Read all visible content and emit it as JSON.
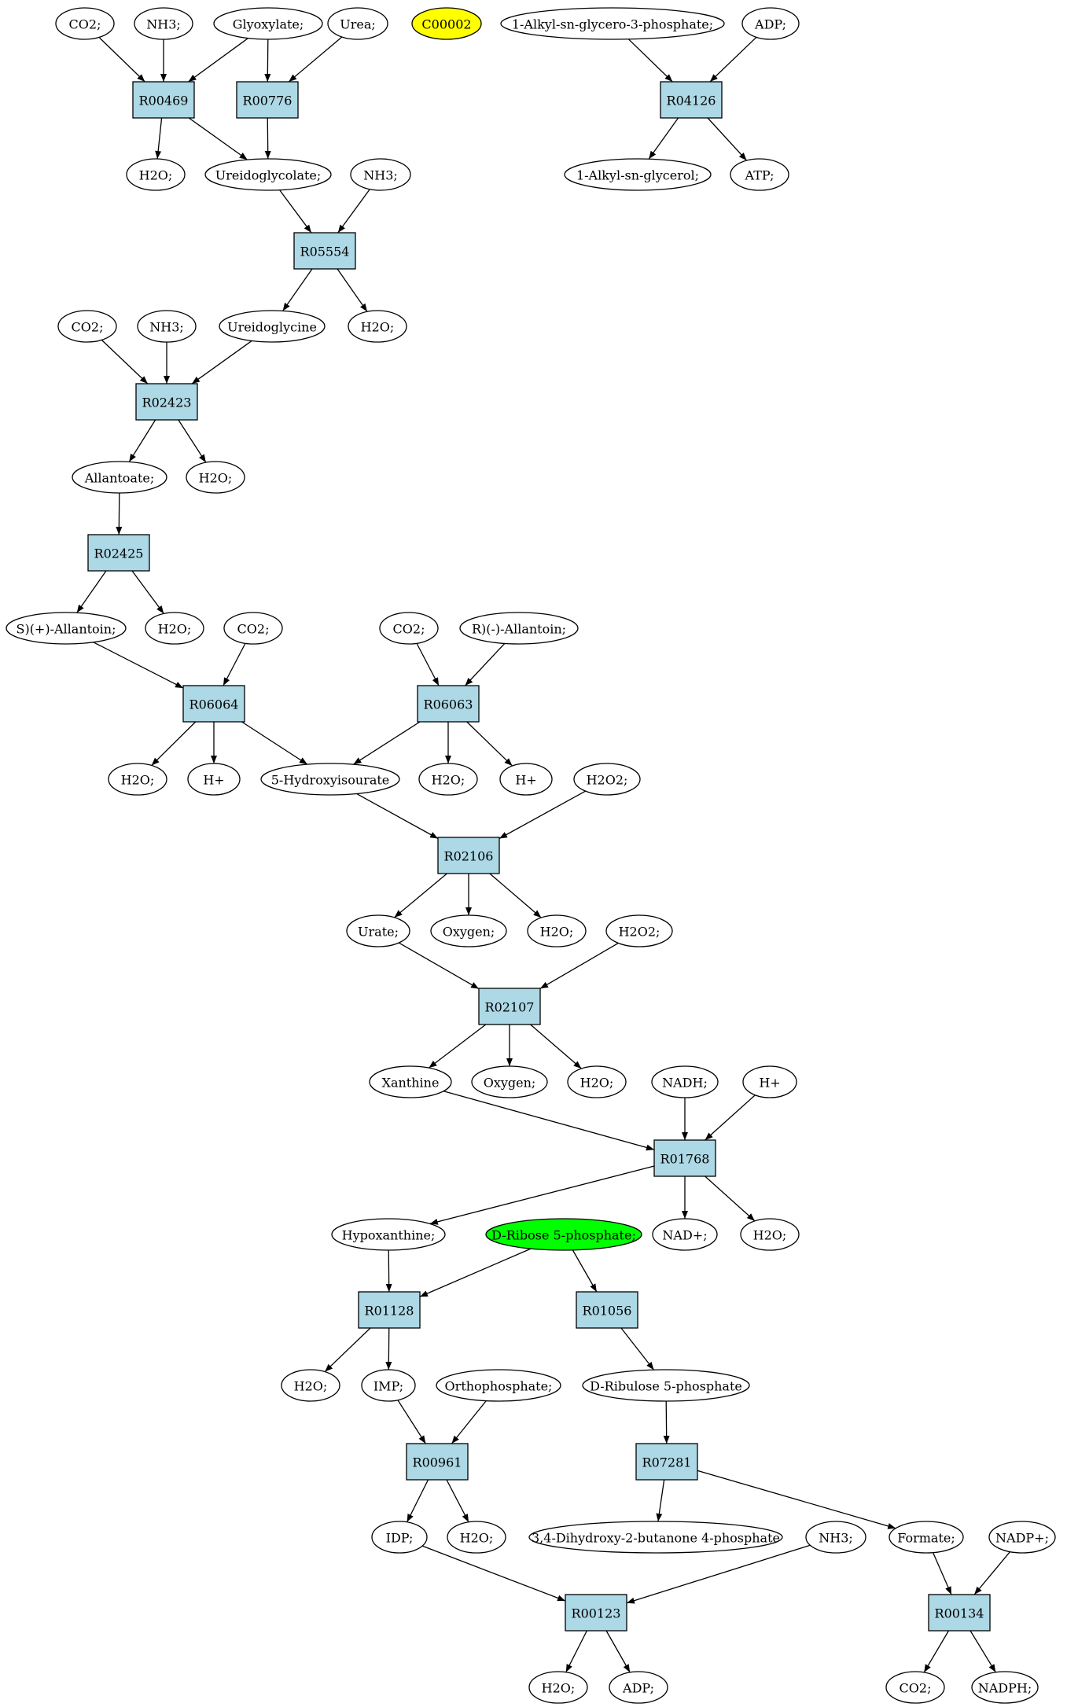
{
  "colors": {
    "reaction_fill": "#add8e6",
    "compound_fill": "#ffffff",
    "highlight_yellow": "#ffff00",
    "highlight_green": "#00ff00",
    "stroke": "#000000"
  },
  "nodes": [
    {
      "id": "c_co2_1",
      "label": "CO2;",
      "kind": "compound"
    },
    {
      "id": "c_nh3_1",
      "label": "NH3;",
      "kind": "compound"
    },
    {
      "id": "c_glyox",
      "label": "Glyoxylate;",
      "kind": "compound"
    },
    {
      "id": "c_urea",
      "label": "Urea;",
      "kind": "compound"
    },
    {
      "id": "c_c00002",
      "label": "C00002",
      "kind": "compound",
      "color": "highlight_yellow"
    },
    {
      "id": "c_alkyl3p",
      "label": "1-Alkyl-sn-glycero-3-phosphate;",
      "kind": "compound"
    },
    {
      "id": "c_adp_1",
      "label": "ADP;",
      "kind": "compound"
    },
    {
      "id": "r_R00469",
      "label": "R00469",
      "kind": "reaction"
    },
    {
      "id": "r_R00776",
      "label": "R00776",
      "kind": "reaction"
    },
    {
      "id": "r_R04126",
      "label": "R04126",
      "kind": "reaction"
    },
    {
      "id": "c_h2o_1",
      "label": "H2O;",
      "kind": "compound"
    },
    {
      "id": "c_ureidogly",
      "label": "Ureidoglycolate;",
      "kind": "compound"
    },
    {
      "id": "c_nh3_2",
      "label": "NH3;",
      "kind": "compound"
    },
    {
      "id": "c_alkylgly",
      "label": "1-Alkyl-sn-glycerol;",
      "kind": "compound"
    },
    {
      "id": "c_atp",
      "label": "ATP;",
      "kind": "compound"
    },
    {
      "id": "r_R05554",
      "label": "R05554",
      "kind": "reaction"
    },
    {
      "id": "c_co2_2",
      "label": "CO2;",
      "kind": "compound"
    },
    {
      "id": "c_nh3_3",
      "label": "NH3;",
      "kind": "compound"
    },
    {
      "id": "c_ureidoglycine",
      "label": "Ureidoglycine",
      "kind": "compound"
    },
    {
      "id": "c_h2o_2",
      "label": "H2O;",
      "kind": "compound"
    },
    {
      "id": "r_R02423",
      "label": "R02423",
      "kind": "reaction"
    },
    {
      "id": "c_allantoate",
      "label": "Allantoate;",
      "kind": "compound"
    },
    {
      "id": "c_h2o_3",
      "label": "H2O;",
      "kind": "compound"
    },
    {
      "id": "r_R02425",
      "label": "R02425",
      "kind": "reaction"
    },
    {
      "id": "c_s_allantoin",
      "label": "S)(+)-Allantoin;",
      "kind": "compound"
    },
    {
      "id": "c_h2o_4",
      "label": "H2O;",
      "kind": "compound"
    },
    {
      "id": "c_co2_3",
      "label": "CO2;",
      "kind": "compound"
    },
    {
      "id": "c_co2_4",
      "label": "CO2;",
      "kind": "compound"
    },
    {
      "id": "c_r_allantoin",
      "label": "R)(-)-Allantoin;",
      "kind": "compound"
    },
    {
      "id": "r_R06064",
      "label": "R06064",
      "kind": "reaction"
    },
    {
      "id": "r_R06063",
      "label": "R06063",
      "kind": "reaction"
    },
    {
      "id": "c_h2o_5",
      "label": "H2O;",
      "kind": "compound"
    },
    {
      "id": "c_hplus_1",
      "label": "H+",
      "kind": "compound"
    },
    {
      "id": "c_5hiu",
      "label": "5-Hydroxyisourate",
      "kind": "compound"
    },
    {
      "id": "c_h2o_6",
      "label": "H2O;",
      "kind": "compound"
    },
    {
      "id": "c_hplus_2",
      "label": "H+",
      "kind": "compound"
    },
    {
      "id": "c_h2o2_1",
      "label": "H2O2;",
      "kind": "compound"
    },
    {
      "id": "r_R02106",
      "label": "R02106",
      "kind": "reaction"
    },
    {
      "id": "c_urate",
      "label": "Urate;",
      "kind": "compound"
    },
    {
      "id": "c_oxygen_1",
      "label": "Oxygen;",
      "kind": "compound"
    },
    {
      "id": "c_h2o_7",
      "label": "H2O;",
      "kind": "compound"
    },
    {
      "id": "c_h2o2_2",
      "label": "H2O2;",
      "kind": "compound"
    },
    {
      "id": "r_R02107",
      "label": "R02107",
      "kind": "reaction"
    },
    {
      "id": "c_xanthine",
      "label": "Xanthine",
      "kind": "compound"
    },
    {
      "id": "c_oxygen_2",
      "label": "Oxygen;",
      "kind": "compound"
    },
    {
      "id": "c_h2o_8",
      "label": "H2O;",
      "kind": "compound"
    },
    {
      "id": "c_nadh",
      "label": "NADH;",
      "kind": "compound"
    },
    {
      "id": "c_hplus_3",
      "label": "H+",
      "kind": "compound"
    },
    {
      "id": "r_R01768",
      "label": "R01768",
      "kind": "reaction"
    },
    {
      "id": "c_hypoxanthine",
      "label": "Hypoxanthine;",
      "kind": "compound"
    },
    {
      "id": "c_r5p",
      "label": "D-Ribose 5-phosphate;",
      "kind": "compound",
      "color": "highlight_green"
    },
    {
      "id": "c_nadplus_1",
      "label": "NAD+;",
      "kind": "compound"
    },
    {
      "id": "c_h2o_9",
      "label": "H2O;",
      "kind": "compound"
    },
    {
      "id": "r_R01128",
      "label": "R01128",
      "kind": "reaction"
    },
    {
      "id": "r_R01056",
      "label": "R01056",
      "kind": "reaction"
    },
    {
      "id": "c_h2o_10",
      "label": "H2O;",
      "kind": "compound"
    },
    {
      "id": "c_imp",
      "label": "IMP;",
      "kind": "compound"
    },
    {
      "id": "c_orthophosphate",
      "label": "Orthophosphate;",
      "kind": "compound"
    },
    {
      "id": "c_ribulose5p",
      "label": "D-Ribulose 5-phosphate",
      "kind": "compound"
    },
    {
      "id": "r_R00961",
      "label": "R00961",
      "kind": "reaction"
    },
    {
      "id": "r_R07281",
      "label": "R07281",
      "kind": "reaction"
    },
    {
      "id": "c_idp",
      "label": "IDP;",
      "kind": "compound"
    },
    {
      "id": "c_h2o_11",
      "label": "H2O;",
      "kind": "compound"
    },
    {
      "id": "c_dhbp",
      "label": "3,4-Dihydroxy-2-butanone 4-phosphate",
      "kind": "compound"
    },
    {
      "id": "c_nh3_4",
      "label": "NH3;",
      "kind": "compound"
    },
    {
      "id": "c_formate",
      "label": "Formate;",
      "kind": "compound"
    },
    {
      "id": "c_nadpplus",
      "label": "NADP+;",
      "kind": "compound"
    },
    {
      "id": "r_R00123",
      "label": "R00123",
      "kind": "reaction"
    },
    {
      "id": "r_R00134",
      "label": "R00134",
      "kind": "reaction"
    },
    {
      "id": "c_h2o_12",
      "label": "H2O;",
      "kind": "compound"
    },
    {
      "id": "c_adp_2",
      "label": "ADP;",
      "kind": "compound"
    },
    {
      "id": "c_co2_5",
      "label": "CO2;",
      "kind": "compound"
    },
    {
      "id": "c_nadph",
      "label": "NADPH;",
      "kind": "compound"
    }
  ],
  "edges": [
    [
      "c_co2_1",
      "r_R00469"
    ],
    [
      "c_nh3_1",
      "r_R00469"
    ],
    [
      "c_glyox",
      "r_R00469"
    ],
    [
      "c_glyox",
      "r_R00776"
    ],
    [
      "c_urea",
      "r_R00776"
    ],
    [
      "c_alkyl3p",
      "r_R04126"
    ],
    [
      "c_adp_1",
      "r_R04126"
    ],
    [
      "r_R00469",
      "c_h2o_1"
    ],
    [
      "r_R00469",
      "c_ureidogly"
    ],
    [
      "r_R00776",
      "c_ureidogly"
    ],
    [
      "r_R04126",
      "c_alkylgly"
    ],
    [
      "r_R04126",
      "c_atp"
    ],
    [
      "c_ureidogly",
      "r_R05554"
    ],
    [
      "c_nh3_2",
      "r_R05554"
    ],
    [
      "r_R05554",
      "c_ureidoglycine"
    ],
    [
      "r_R05554",
      "c_h2o_2"
    ],
    [
      "c_co2_2",
      "r_R02423"
    ],
    [
      "c_nh3_3",
      "r_R02423"
    ],
    [
      "c_ureidoglycine",
      "r_R02423"
    ],
    [
      "r_R02423",
      "c_allantoate"
    ],
    [
      "r_R02423",
      "c_h2o_3"
    ],
    [
      "c_allantoate",
      "r_R02425"
    ],
    [
      "r_R02425",
      "c_s_allantoin"
    ],
    [
      "r_R02425",
      "c_h2o_4"
    ],
    [
      "c_s_allantoin",
      "r_R06064"
    ],
    [
      "c_co2_3",
      "r_R06064"
    ],
    [
      "c_co2_4",
      "r_R06063"
    ],
    [
      "c_r_allantoin",
      "r_R06063"
    ],
    [
      "r_R06064",
      "c_h2o_5"
    ],
    [
      "r_R06064",
      "c_hplus_1"
    ],
    [
      "r_R06064",
      "c_5hiu"
    ],
    [
      "r_R06063",
      "c_5hiu"
    ],
    [
      "r_R06063",
      "c_h2o_6"
    ],
    [
      "r_R06063",
      "c_hplus_2"
    ],
    [
      "c_5hiu",
      "r_R02106"
    ],
    [
      "c_h2o2_1",
      "r_R02106"
    ],
    [
      "r_R02106",
      "c_urate"
    ],
    [
      "r_R02106",
      "c_oxygen_1"
    ],
    [
      "r_R02106",
      "c_h2o_7"
    ],
    [
      "c_urate",
      "r_R02107"
    ],
    [
      "c_h2o2_2",
      "r_R02107"
    ],
    [
      "r_R02107",
      "c_xanthine"
    ],
    [
      "r_R02107",
      "c_oxygen_2"
    ],
    [
      "r_R02107",
      "c_h2o_8"
    ],
    [
      "c_xanthine",
      "r_R01768"
    ],
    [
      "c_nadh",
      "r_R01768"
    ],
    [
      "c_hplus_3",
      "r_R01768"
    ],
    [
      "r_R01768",
      "c_hypoxanthine"
    ],
    [
      "r_R01768",
      "c_nadplus_1"
    ],
    [
      "r_R01768",
      "c_h2o_9"
    ],
    [
      "c_hypoxanthine",
      "r_R01128"
    ],
    [
      "c_r5p",
      "r_R01128"
    ],
    [
      "c_r5p",
      "r_R01056"
    ],
    [
      "r_R01128",
      "c_h2o_10"
    ],
    [
      "r_R01128",
      "c_imp"
    ],
    [
      "r_R01056",
      "c_ribulose5p"
    ],
    [
      "c_imp",
      "r_R00961"
    ],
    [
      "c_orthophosphate",
      "r_R00961"
    ],
    [
      "c_ribulose5p",
      "r_R07281"
    ],
    [
      "r_R00961",
      "c_idp"
    ],
    [
      "r_R00961",
      "c_h2o_11"
    ],
    [
      "r_R07281",
      "c_dhbp"
    ],
    [
      "r_R07281",
      "c_formate"
    ],
    [
      "c_idp",
      "r_R00123"
    ],
    [
      "c_nh3_4",
      "r_R00123"
    ],
    [
      "c_formate",
      "r_R00134"
    ],
    [
      "c_nadpplus",
      "r_R00134"
    ],
    [
      "r_R00123",
      "c_h2o_12"
    ],
    [
      "r_R00123",
      "c_adp_2"
    ],
    [
      "r_R00134",
      "c_co2_5"
    ],
    [
      "r_R00134",
      "c_nadph"
    ]
  ]
}
